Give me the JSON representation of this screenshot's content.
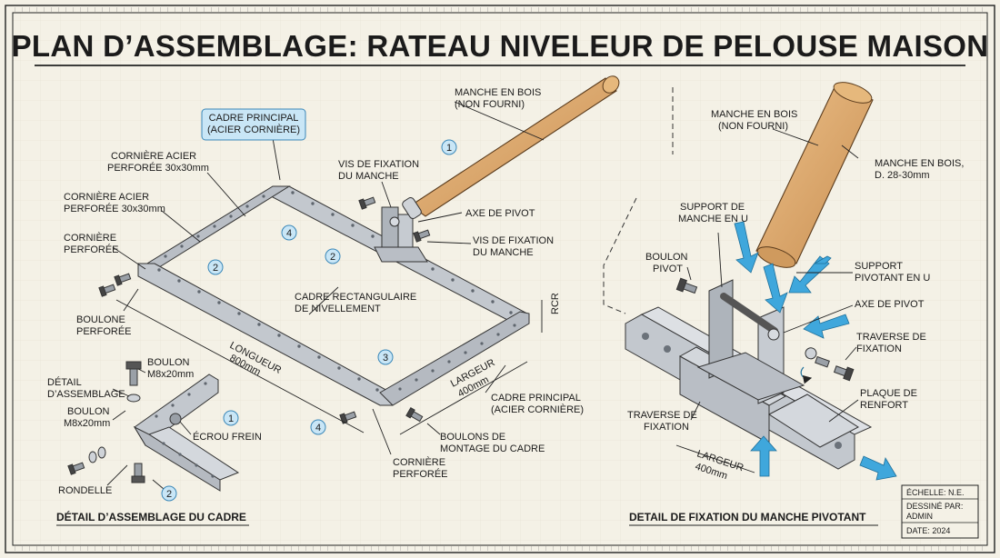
{
  "title": "PLAN D’ASSEMBLAGE: RATEAU NIVELEUR DE PELOUSE MAISON",
  "labels": {
    "manche_bois_main": [
      "MANCHE EN BOIS",
      "(NON FOURNI)"
    ],
    "cadre_principal_callout": [
      "CADRE PRINCIPAL",
      "(ACIER CORNIÈRE)"
    ],
    "corniere_1": [
      "CORNIÈRE ACIER",
      "PERFORÉE 30x30mm"
    ],
    "corniere_2": [
      "CORNIÈRE ACIER",
      "PERFORÉE 30x30mm"
    ],
    "corniere_perforee_left": [
      "CORNIÈRE",
      "PERFORÉE"
    ],
    "boulone_perforee": [
      "BOULONE",
      "PERFORÉE"
    ],
    "vis_fixation_top": [
      "VIS DE FIXATION",
      "DU MANCHE"
    ],
    "axe_pivot_main": "AXE DE PIVOT",
    "vis_fixation_mid": [
      "VIS DE FIXATION",
      "DU MANCHE"
    ],
    "cadre_rect": [
      "CADRE RECTANGULAIRE",
      "DE NIVELLEMENT"
    ],
    "rcr": "RCR",
    "longueur": [
      "LONGUEUR",
      "800mm"
    ],
    "largeur": [
      "LARGEUR",
      "400mm"
    ],
    "cadre_principal_right": [
      "CADRE PRINCIPAL",
      "(ACIER CORNIÈRE)"
    ],
    "boulons_montage": [
      "BOULONS DE",
      "MONTAGE DU CADRE"
    ],
    "corniere_perforee_bottom": [
      "CORNIÈRE",
      "PERFORÉE"
    ],
    "boulon_1": [
      "BOULON",
      "M8x20mm"
    ],
    "detail_assemblage": [
      "DÉTAIL",
      "D’ASSEMBLAGE"
    ],
    "boulon_2": [
      "BOULON",
      "M8x20mm"
    ],
    "ecrou_frein": "ÉCROU FREIN",
    "rondelle": "RONDELLE",
    "detail_cadre_caption": "DÉTAIL D’ASSEMBLAGE DU CADRE",
    "manche_bois_detail": [
      "MANCHE EN BOIS",
      "(NON FOURNI)"
    ],
    "manche_bois_diam": [
      "MANCHE EN BOIS,",
      "D. 28-30mm"
    ],
    "support_u": [
      "SUPPORT DE",
      "MANCHE EN U"
    ],
    "boulon_pivot": [
      "BOULON",
      "PIVOT"
    ],
    "support_pivotant": [
      "SUPPORT",
      "PIVOTANT EN U"
    ],
    "axe_pivot_detail": "AXE DE PIVOT",
    "traverse_right": [
      "TRAVERSE DE",
      "FIXATION"
    ],
    "plaque_renfort": [
      "PLAQUE DE",
      "RENFORT"
    ],
    "traverse_left": [
      "TRAVERSE DE",
      "FIXATION"
    ],
    "largeur_detail": [
      "LARGEUR",
      "400mm"
    ],
    "detail_manche_caption": "DETAIL DE FIXATION DU MANCHE PIVOTANT"
  },
  "callout_numbers": [
    "1",
    "2",
    "4",
    "2",
    "3",
    "4",
    "1",
    "2"
  ],
  "title_block": {
    "echelle": "ÉCHELLE: N.E.",
    "dessine_par": "DESSINÉ PAR:",
    "auteur": "ADMIN",
    "date": "DATE: 2024"
  },
  "colors": {
    "paper": "#f4f1e6",
    "ink": "#1b1b1b",
    "steel": "#c3c8ce",
    "steel_dark": "#8e959d",
    "wood": "#d9a56a",
    "arrow_blue": "#3fa7dc",
    "callout_fill": "#c9e6f6"
  }
}
